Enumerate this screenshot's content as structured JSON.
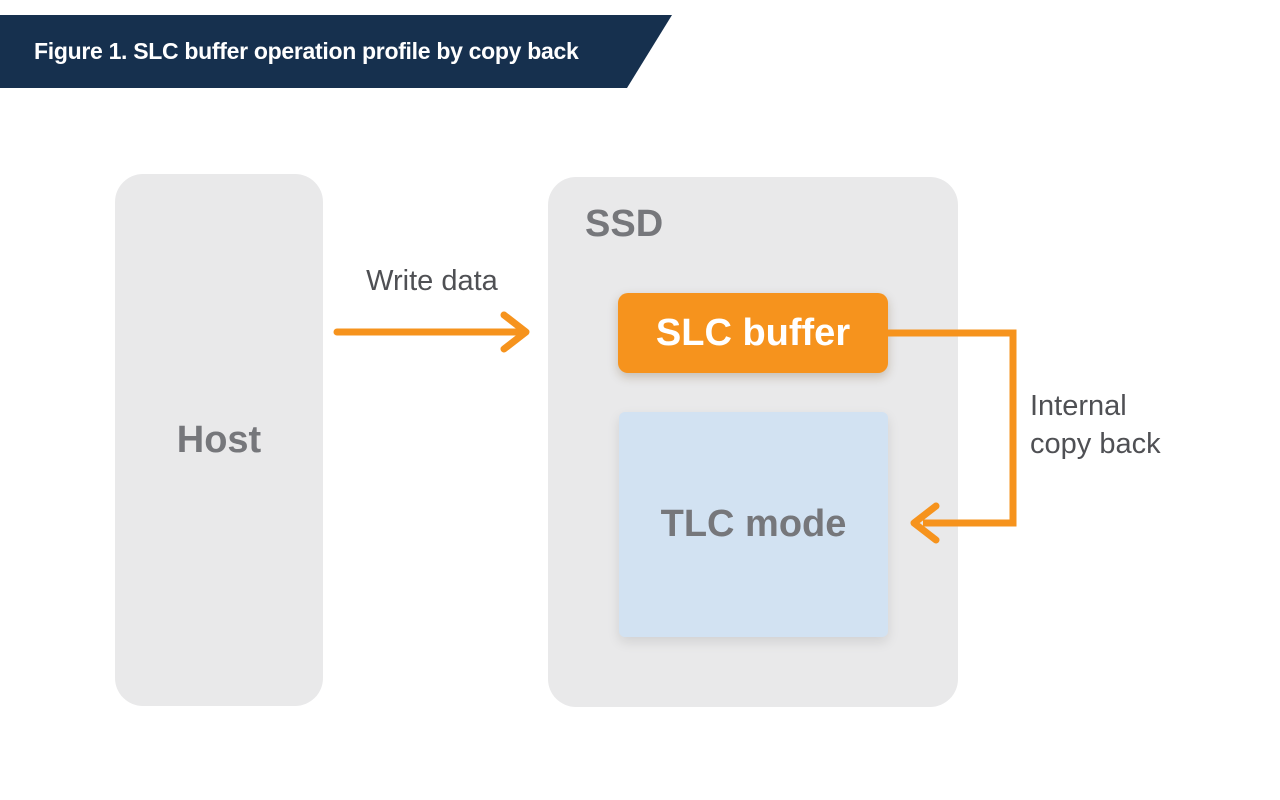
{
  "banner": {
    "title": "Figure 1. SLC buffer operation profile by copy back"
  },
  "diagram": {
    "host": {
      "label": "Host"
    },
    "ssd": {
      "label": "SSD",
      "slc": {
        "label": "SLC buffer"
      },
      "tlc": {
        "label": "TLC mode"
      }
    },
    "write_arrow": {
      "label": "Write data"
    },
    "copyback_arrow": {
      "label": "Internal copy back"
    }
  },
  "colors": {
    "navy": "#16304E",
    "orange": "#F6931D",
    "box_gray": "#E9E9EA",
    "tlc_blue": "#D2E2F2",
    "label_gray": "#76777B",
    "annotation_gray": "#4F5054",
    "banner_text": "#FFFFFF",
    "page_bg": "#FFFFFF"
  }
}
